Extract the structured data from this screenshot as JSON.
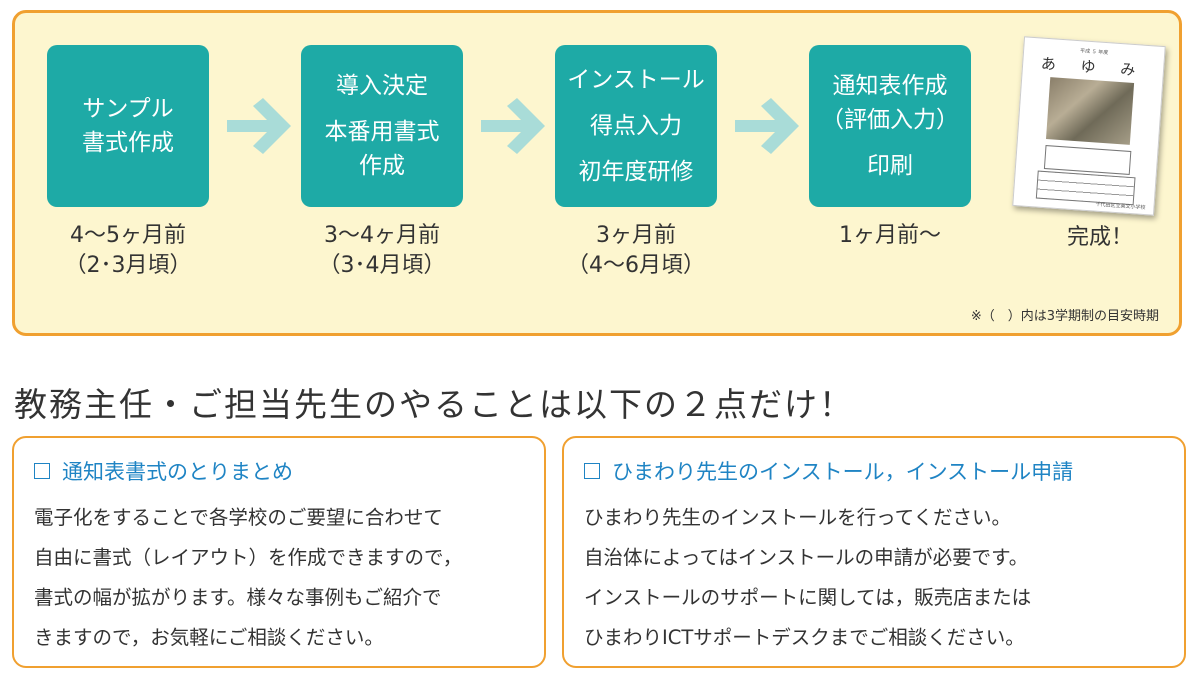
{
  "timeline": {
    "steps": [
      {
        "lines": [
          "サンプル",
          "書式作成"
        ],
        "time": [
          "4〜5ヶ月前",
          "（2･3月頃）"
        ]
      },
      {
        "lines": [
          "導入決定",
          "本番用書式",
          "作成"
        ],
        "time": [
          "3〜4ヶ月前",
          "（3･4月頃）"
        ]
      },
      {
        "lines": [
          "インストール",
          "得点入力",
          "初年度研修"
        ],
        "time": [
          "3ヶ月前",
          "（4〜6月頃）"
        ]
      },
      {
        "lines": [
          "通知表作成",
          "（評価入力）",
          "印刷"
        ],
        "time": [
          "1ヶ月前〜"
        ]
      }
    ],
    "report_card": {
      "year": "平成 ５ 年度",
      "title": "あ ゆ み",
      "school": "千代田区立英文小学校"
    },
    "complete_label": "完成！",
    "footnote": "※（　）内は3学期制の目安時期"
  },
  "headline": "教務主任・ご担当先生のやることは以下の２点だけ！",
  "tasks": [
    {
      "title": "通知表書式のとりまとめ",
      "body": [
        "電子化をすることで各学校のご要望に合わせて",
        "自由に書式（レイアウト）を作成できますので，",
        "書式の幅が拡がります。様々な事例もご紹介で",
        "きますので，お気軽にご相談ください。"
      ]
    },
    {
      "title": "ひまわり先生のインストール，インストール申請",
      "body": [
        "ひまわり先生のインストールを行ってください。",
        "自治体によってはインストールの申請が必要です。",
        "インストールのサポートに関しては，販売店または",
        "ひまわりICTサポートデスクまでご相談ください。"
      ]
    }
  ],
  "colors": {
    "step_fill": "#1eaaa6",
    "arrow": "#a9dcd8",
    "panel_bg": "#fdf6cf",
    "border": "#f0a030",
    "title_blue": "#1f84c4"
  },
  "icons": {
    "arrow": "right-arrow-icon",
    "checkbox": "checkbox-icon"
  }
}
